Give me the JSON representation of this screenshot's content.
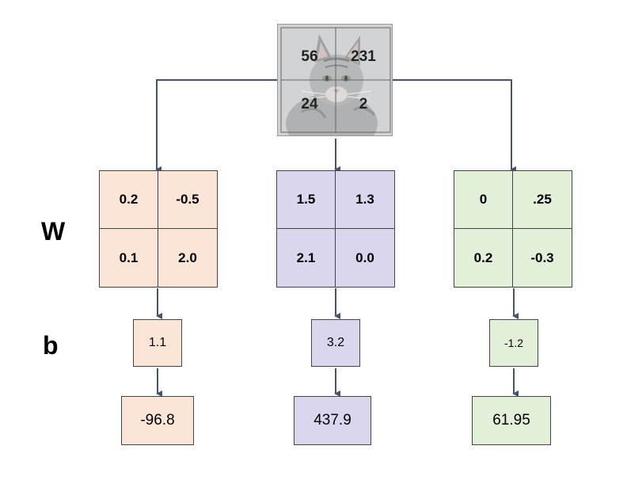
{
  "image": {
    "subject": "tabby cat photo",
    "pixels": [
      "56",
      "231",
      "24",
      "2"
    ]
  },
  "labels": {
    "weights": "W",
    "bias": "b"
  },
  "columns": [
    {
      "color": "#fbe5d6",
      "weights": [
        "0.2",
        "-0.5",
        "0.1",
        "2.0"
      ],
      "bias": "1.1",
      "output": "-96.8"
    },
    {
      "color": "#d9d6ee",
      "weights": [
        "1.5",
        "1.3",
        "2.1",
        "0.0"
      ],
      "bias": "3.2",
      "output": "437.9"
    },
    {
      "color": "#e2efd9",
      "weights": [
        "0",
        ".25",
        "0.2",
        "-0.3"
      ],
      "bias": "-1.2",
      "output": "61.95"
    }
  ],
  "colors": {
    "arrow": "#44546a"
  }
}
